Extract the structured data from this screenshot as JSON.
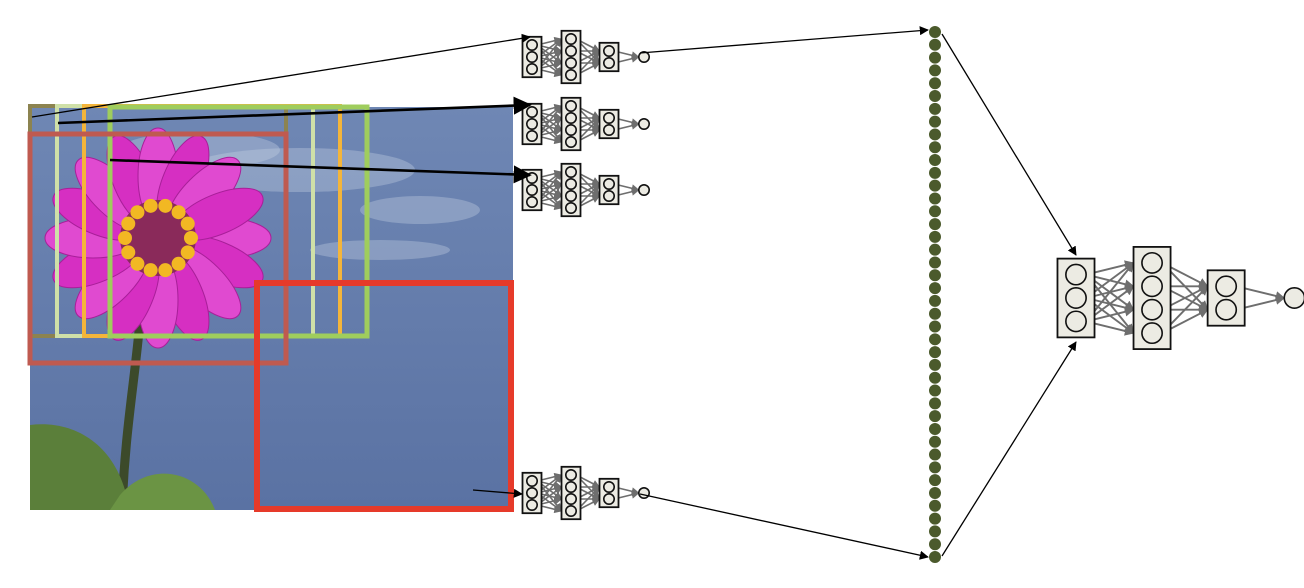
{
  "diagram": {
    "colors": {
      "sky": "#5f79a9",
      "petal": "#d62fc2",
      "flower_center": "#f2b823",
      "stem": "#3c4a2a",
      "leaf": "#5b7f3a",
      "net_box_fill": "#ecebe3",
      "net_edge": "#6e6e6e",
      "feature_dot": "#4b5a2c",
      "box_olive": "#8c8350",
      "box_light_green": "#9fcd5d",
      "box_pale_green": "#cfe0a8",
      "box_orange": "#f4b53a",
      "box_brown_red": "#bf5a50",
      "box_red": "#e63a2a",
      "arrow": "#000000"
    },
    "small_network_layers": [
      3,
      4,
      2,
      1
    ],
    "large_network_layers": [
      3,
      4,
      2,
      1
    ],
    "small_network_count": 4,
    "feature_vector_length": 42
  }
}
